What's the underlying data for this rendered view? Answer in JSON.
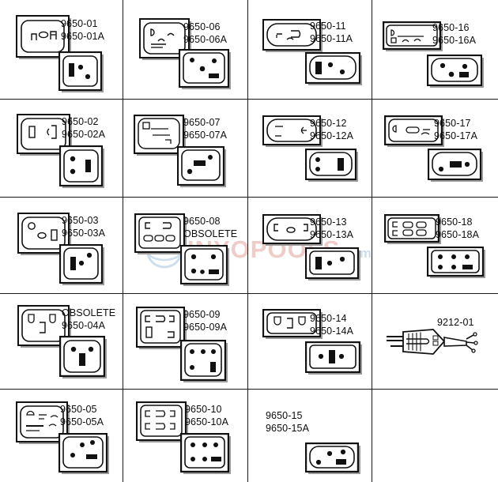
{
  "document": {
    "title": "Connector Reference Chart",
    "watermark": {
      "text": "INYOPOOLS",
      "suffix": ".com",
      "brand_color": "#e0a9a3",
      "accent_color": "#a9c4de"
    },
    "grid": {
      "columns": 4,
      "rows": 5,
      "line_color": "#1a1a1a"
    }
  },
  "cells": [
    {
      "id": "r1c1",
      "row": 1,
      "col": 1,
      "labels": [
        "9650-01",
        "9650-01A"
      ],
      "obsolete": false,
      "views": [
        "pin-outline-view",
        "receptacle-face-view"
      ],
      "shape": "square",
      "contacts": "1 blade, 2 round pins"
    },
    {
      "id": "r1c2",
      "row": 1,
      "col": 2,
      "labels": [
        "9650-06",
        "9650-06A"
      ],
      "obsolete": false,
      "views": [
        "pin-outline-view",
        "receptacle-face-view"
      ],
      "shape": "square",
      "contacts": "3 round pins, 1 blade"
    },
    {
      "id": "r1c3",
      "row": 1,
      "col": 3,
      "labels": [
        "9650-11",
        "9650-11A"
      ],
      "obsolete": false,
      "views": [
        "pin-outline-view",
        "receptacle-face-view"
      ],
      "shape": "rect-wide",
      "contacts": "1 blade, 2 round pins"
    },
    {
      "id": "r1c4",
      "row": 1,
      "col": 4,
      "labels": [
        "9650-16",
        "9650-16A"
      ],
      "obsolete": false,
      "views": [
        "pin-outline-view",
        "receptacle-face-view"
      ],
      "shape": "rect-wide",
      "contacts": "2 round pins, 1 blade"
    },
    {
      "id": "r2c1",
      "row": 2,
      "col": 1,
      "labels": [
        "9650-02",
        "9650-02A"
      ],
      "obsolete": false,
      "views": [
        "pin-outline-view",
        "receptacle-face-view"
      ],
      "shape": "square",
      "contacts": "2 round pins, 1 blade"
    },
    {
      "id": "r2c2",
      "row": 2,
      "col": 2,
      "labels": [
        "9650-07",
        "9650-07A"
      ],
      "obsolete": false,
      "views": [
        "pin-outline-view",
        "receptacle-face-view"
      ],
      "shape": "square",
      "contacts": "1 bar, 2 round pins"
    },
    {
      "id": "r2c3",
      "row": 2,
      "col": 3,
      "labels": [
        "9650-12",
        "9650-12A"
      ],
      "obsolete": false,
      "views": [
        "pin-outline-view",
        "receptacle-face-view"
      ],
      "shape": "rect-wide",
      "contacts": "2 round pins, 1 blade"
    },
    {
      "id": "r2c4",
      "row": 2,
      "col": 4,
      "labels": [
        "9650-17",
        "9650-17A"
      ],
      "obsolete": false,
      "views": [
        "pin-outline-view",
        "receptacle-face-view"
      ],
      "shape": "rect-wide",
      "contacts": "2 round pins, 1 bar"
    },
    {
      "id": "r3c1",
      "row": 3,
      "col": 1,
      "labels": [
        "9650-03",
        "9650-03A"
      ],
      "obsolete": false,
      "views": [
        "pin-outline-view",
        "receptacle-face-view"
      ],
      "shape": "square",
      "contacts": "1 blade, 2 round pins"
    },
    {
      "id": "r3c2",
      "row": 3,
      "col": 2,
      "labels": [
        "9650-08",
        "OBSOLETE"
      ],
      "obsolete": true,
      "views": [
        "pin-outline-view",
        "receptacle-face-view"
      ],
      "shape": "square",
      "contacts": "4 round pins, 1 bar"
    },
    {
      "id": "r3c3",
      "row": 3,
      "col": 3,
      "labels": [
        "9650-13",
        "9650-13A"
      ],
      "obsolete": false,
      "views": [
        "pin-outline-view",
        "receptacle-face-view"
      ],
      "shape": "rect-wide",
      "contacts": "1 blade, 2 round pins"
    },
    {
      "id": "r3c4",
      "row": 3,
      "col": 4,
      "labels": [
        "9650-18",
        "9650-18A"
      ],
      "obsolete": false,
      "views": [
        "pin-outline-view",
        "receptacle-face-view"
      ],
      "shape": "rect-wide",
      "contacts": "5 round pins, 1 bar"
    },
    {
      "id": "r4c1",
      "row": 4,
      "col": 1,
      "labels": [
        "OBSOLETE",
        "9650-04A"
      ],
      "obsolete": true,
      "views": [
        "pin-outline-view",
        "receptacle-face-view"
      ],
      "shape": "square",
      "contacts": "2 round pins, 1 blade"
    },
    {
      "id": "r4c2",
      "row": 4,
      "col": 2,
      "labels": [
        "9650-09",
        "9650-09A"
      ],
      "obsolete": false,
      "views": [
        "pin-outline-view",
        "receptacle-face-view"
      ],
      "shape": "square",
      "contacts": "4 round pins, 1 blade"
    },
    {
      "id": "r4c3",
      "row": 4,
      "col": 3,
      "labels": [
        "9650-14",
        "9650-14A"
      ],
      "obsolete": false,
      "views": [
        "pin-outline-view",
        "receptacle-face-view"
      ],
      "shape": "rect-wide",
      "contacts": "2 round pins, 1 blade"
    },
    {
      "id": "r4c4",
      "row": 4,
      "col": 4,
      "labels": [
        "9212-01"
      ],
      "obsolete": false,
      "views": [
        "cord-plug-view"
      ],
      "shape": "cord",
      "contacts": "3-prong cord plug"
    },
    {
      "id": "r5c1",
      "row": 5,
      "col": 1,
      "labels": [
        "9650-05",
        "9650-05A"
      ],
      "obsolete": false,
      "views": [
        "pin-outline-view",
        "receptacle-face-view"
      ],
      "shape": "square",
      "contacts": "3 round pins, 1 bar"
    },
    {
      "id": "r5c2",
      "row": 5,
      "col": 2,
      "labels": [
        "9650-10",
        "9650-10A"
      ],
      "obsolete": false,
      "views": [
        "pin-outline-view",
        "receptacle-face-view"
      ],
      "shape": "square",
      "contacts": "5 round pins, 1 bar"
    },
    {
      "id": "r5c3",
      "row": 5,
      "col": 3,
      "labels": [
        "9650-15",
        "9650-15A"
      ],
      "obsolete": false,
      "views": [
        "receptacle-face-view"
      ],
      "shape": "rect-wide",
      "contacts": "2 round pins, 1 bar"
    },
    {
      "id": "r5c4",
      "row": 5,
      "col": 4,
      "labels": [],
      "obsolete": false,
      "views": [],
      "shape": "empty",
      "contacts": ""
    }
  ]
}
